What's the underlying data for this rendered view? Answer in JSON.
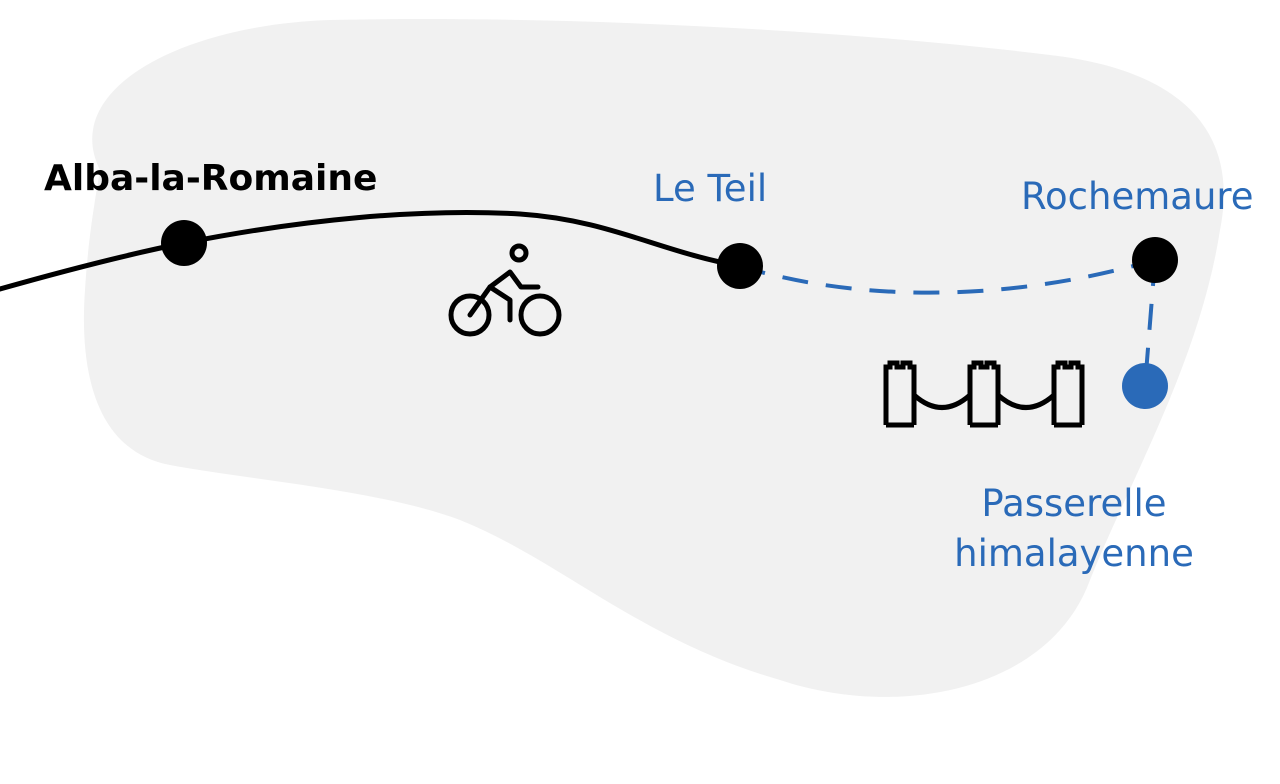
{
  "colors": {
    "background": "#ffffff",
    "region_fill": "#f1f1f1",
    "route_main": "#000000",
    "route_dashed": "#2a6ab8",
    "town_marker": "#000000",
    "poi_marker": "#2a6ab8"
  },
  "labels": {
    "alba": "Alba-la-Romaine",
    "le_teil": "Le Teil",
    "rochemaure": "Rochemaure",
    "passerelle_line1": "Passerelle",
    "passerelle_line2": "himalayenne"
  },
  "icons": {
    "cycling": "bicycle-icon",
    "bridge": "suspension-bridge-icon"
  }
}
